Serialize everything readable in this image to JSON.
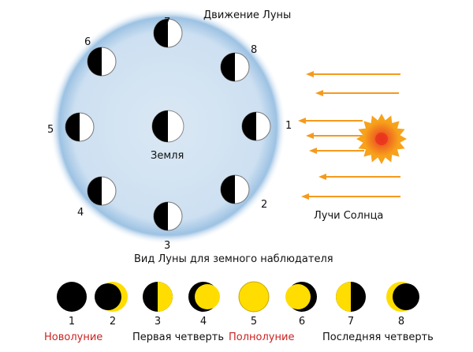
{
  "title": "Движение Луны",
  "earth_label": "Земля",
  "rays_label": "Лучи Солнца",
  "subtitle": "Вид Луны для земного наблюдателя",
  "orbit_numbers": [
    "1",
    "2",
    "3",
    "4",
    "5",
    "6",
    "7",
    "8"
  ],
  "phase_numbers": [
    "1",
    "2",
    "3",
    "4",
    "5",
    "6",
    "7",
    "8"
  ],
  "phase_names": [
    {
      "label": "Новолуние",
      "color": "#cc2222"
    },
    {
      "label": "Первая четверть",
      "color": "#111111"
    },
    {
      "label": "Полнолуние",
      "color": "#cc2222"
    },
    {
      "label": "Последняя четверть",
      "color": "#111111"
    }
  ],
  "colors": {
    "moon_dark": "#000000",
    "moon_lit": "#ffffff",
    "phase_lit": "#ffdd00",
    "ray": "#f59a1d",
    "sun_outer": "#f7a21b",
    "sun_inner": "#e8331d",
    "orbit_fill": "#cfe0f0"
  }
}
